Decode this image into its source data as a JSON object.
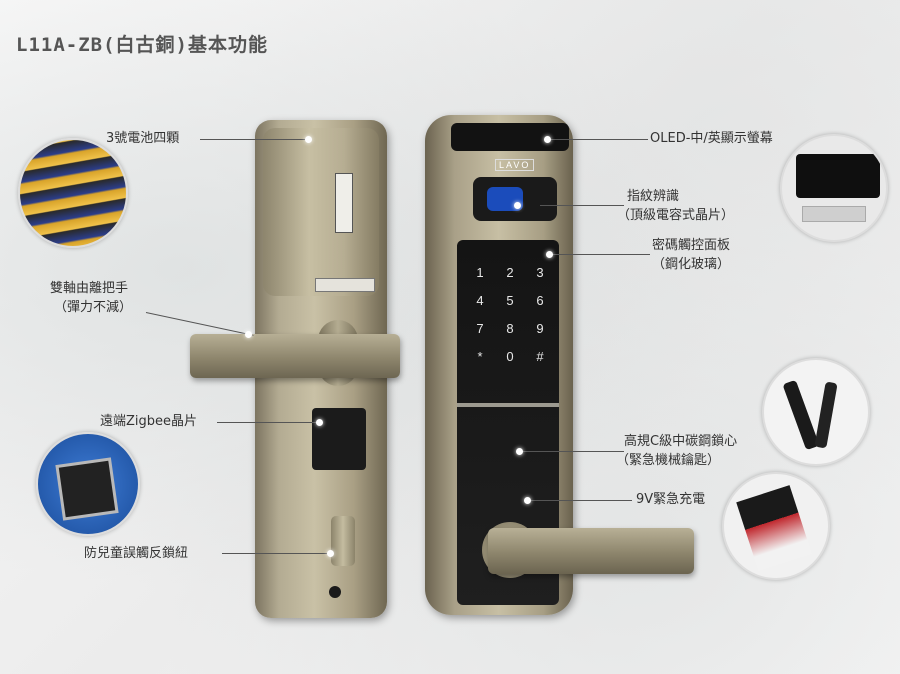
{
  "title": "L11A-ZB(白古銅)基本功能",
  "brand": "LAVO",
  "labels": {
    "battery": "3號電池四顆",
    "handle_line1": "雙軸由離把手",
    "handle_line2": "（彈力不減）",
    "zigbee": "遠端Zigbee晶片",
    "child_lock": "防兒童誤觸反鎖紐",
    "oled": "OLED-中/英顯示螢幕",
    "finger_line1": "指紋辨識",
    "finger_line2": "（頂級電容式晶片）",
    "keypad_line1": "密碼觸控面板",
    "keypad_line2": "（鋼化玻璃）",
    "cylinder_line1": "高規C級中碳鋼鎖心",
    "cylinder_line2": "（緊急機械鑰匙）",
    "charge": "9V緊急充電"
  },
  "keypad": [
    "1",
    "2",
    "3",
    "4",
    "5",
    "6",
    "7",
    "8",
    "9",
    "*",
    "0",
    "#"
  ],
  "icons": {
    "battery_thumb": "aa-battery-photo",
    "oled_thumb": "oled-screen-photo",
    "chip_thumb": "zigbee-chip-photo",
    "key_thumb": "mechanical-key-photo",
    "nine_volt_thumb": "9v-battery-photo"
  },
  "colors": {
    "bronze": "#b3ab92",
    "glass": "#141414",
    "sensor": "#1b4cbb"
  }
}
